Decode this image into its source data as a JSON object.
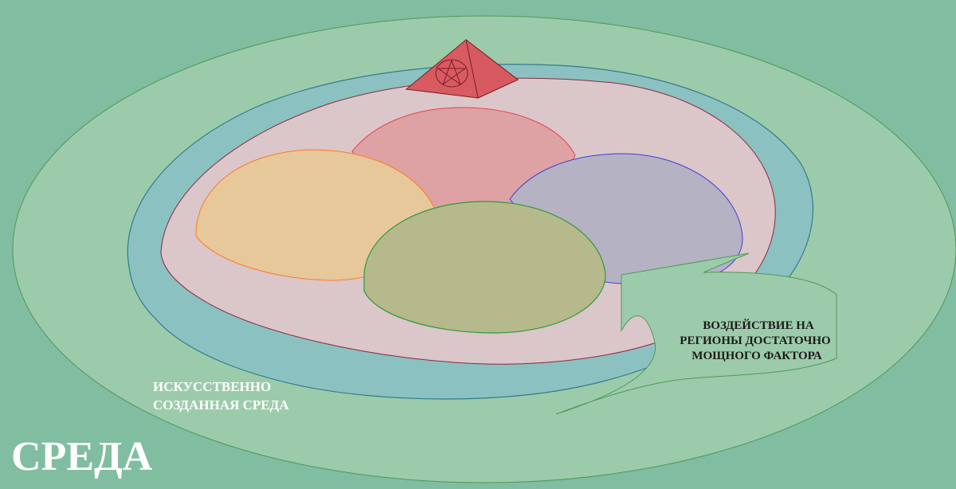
{
  "colors": {
    "background": "#80bda1",
    "outer_environment": "#9ccbab",
    "artificial_ring": "#8cc1c2",
    "inner_region": "#dbc6ca",
    "red_region": "#dea1a4",
    "orange_region": "#e6c89b",
    "blue_region": "#b5b2c3",
    "green_region": "#b6b98c",
    "pyramid": "#d85b61",
    "arrow": "#9ccbab",
    "label_light": "#ffffff",
    "label_dark": "#1a1a1a"
  },
  "labels": {
    "environment": "СРЕДА",
    "artificial_line1": "ИСКУССТВЕННО",
    "artificial_line2": "СОЗДАННАЯ СРЕДА",
    "impact_line1": "ВОЗДЕЙСТВИЕ НА",
    "impact_line2": "РЕГИОНЫ ДОСТАТОЧНО",
    "impact_line3": "МОЩНОГО ФАКТОРА"
  },
  "icons": {
    "pyramid": "pyramid-with-pentagram-icon",
    "arrow": "curved-arrow-icon"
  }
}
